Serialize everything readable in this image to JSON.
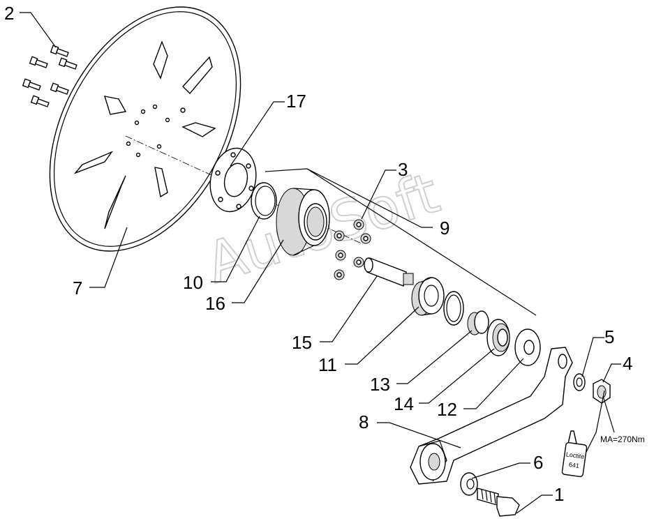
{
  "watermark": "AutoSoft",
  "torque_label": "MA=270Nm",
  "loctite": {
    "brand": "Loctite",
    "number": "641"
  },
  "callouts": [
    {
      "id": "2",
      "text": "2"
    },
    {
      "id": "17",
      "text": "17"
    },
    {
      "id": "3",
      "text": "3"
    },
    {
      "id": "9",
      "text": "9"
    },
    {
      "id": "7",
      "text": "7"
    },
    {
      "id": "10",
      "text": "10"
    },
    {
      "id": "16",
      "text": "16"
    },
    {
      "id": "15",
      "text": "15"
    },
    {
      "id": "11",
      "text": "11"
    },
    {
      "id": "13",
      "text": "13"
    },
    {
      "id": "14",
      "text": "14"
    },
    {
      "id": "12",
      "text": "12"
    },
    {
      "id": "5",
      "text": "5"
    },
    {
      "id": "4",
      "text": "4"
    },
    {
      "id": "8",
      "text": "8"
    },
    {
      "id": "6",
      "text": "6"
    },
    {
      "id": "1",
      "text": "1"
    }
  ]
}
